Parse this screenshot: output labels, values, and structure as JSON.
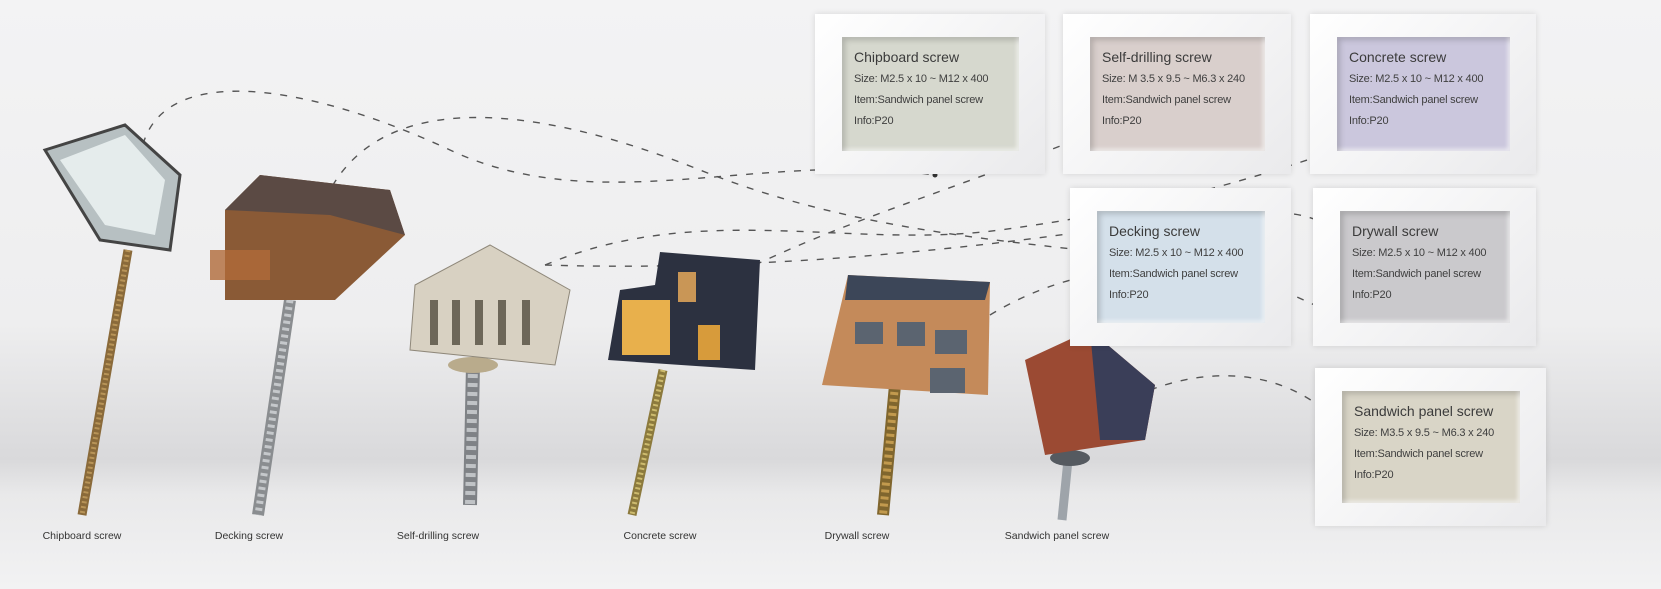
{
  "products": [
    {
      "name": "Chipboard screw",
      "size": "Size: M2.5 x 10 ~ M12 x 400",
      "item": "Item:Sandwich panel screw",
      "info": "Info:P20",
      "color": "#d6d8ce"
    },
    {
      "name": "Self-drilling screw",
      "size": "Size: M 3.5 x 9.5 ~ M6.3 x 240",
      "item": "Item:Sandwich panel screw",
      "info": "Info:P20",
      "color": "#d9cfcc"
    },
    {
      "name": "Concrete screw",
      "size": "Size: M2.5 x 10 ~ M12 x 400",
      "item": "Item:Sandwich panel screw",
      "info": "Info:P20",
      "color": "#cbc7dd"
    },
    {
      "name": "Decking screw",
      "size": "Size: M2.5 x 10 ~ M12 x 400",
      "item": "Item:Sandwich panel screw",
      "info": "Info:P20",
      "color": "#d4e0ea"
    },
    {
      "name": "Drywall screw",
      "size": "Size: M2.5 x 10 ~ M12 x 400",
      "item": "Item:Sandwich panel screw",
      "info": "Info:P20",
      "color": "#cac9cc"
    },
    {
      "name": "Sandwich panel screw",
      "size": "Size: M3.5 x 9.5 ~ M6.3 x 240",
      "item": "Item:Sandwich panel screw",
      "info": "Info:P20",
      "color": "#d9d5c7"
    }
  ],
  "labels": [
    "Chipboard screw",
    "Decking screw",
    "Self-drilling screw",
    "Concrete screw",
    "Drywall screw",
    "Sandwich panel screw"
  ]
}
